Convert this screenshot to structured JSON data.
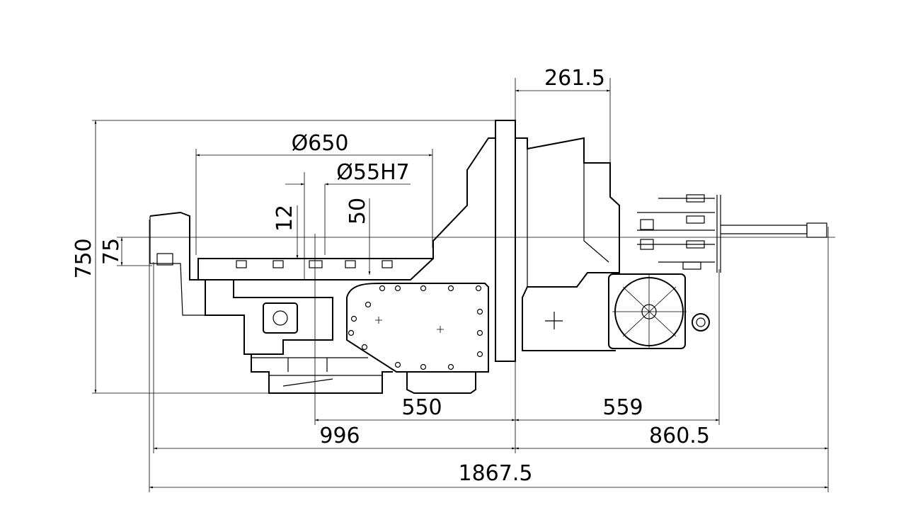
{
  "drawing": {
    "dimensions": {
      "flange_offset": "261.5",
      "table_diameter": "Ø650",
      "center_bore": "Ø55H7",
      "slot_depth": "12",
      "slot_height": "50",
      "total_height": "750",
      "center_height": "75",
      "axis_to_flange": "550",
      "flange_to_connector": "559",
      "left_length": "996",
      "right_length": "860.5",
      "total_length": "1867.5"
    }
  }
}
